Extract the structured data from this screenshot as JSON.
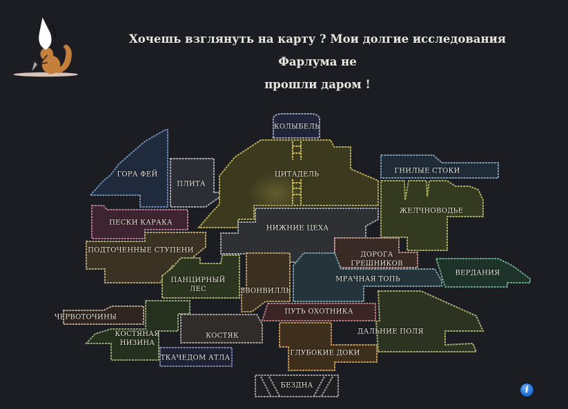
{
  "header": {
    "line1": "Хочешь взглянуть на карту ? Мои долгие исследования Фарлума не",
    "line2": "прошли даром !"
  },
  "colors": {
    "background": "#1b1d23",
    "info_button": "#1f6fd6"
  },
  "map": {
    "regions": [
      {
        "id": "kolybel",
        "label": "КОЛЫБЕЛЬ"
      },
      {
        "id": "gora_fei",
        "label": "ГОРА ФЕЙ"
      },
      {
        "id": "plita",
        "label": "ПЛИТА"
      },
      {
        "id": "citadel",
        "label": "ЦИТАДЕЛЬ"
      },
      {
        "id": "gnilye_stoki",
        "label": "ГНИЛЫЕ СТОКИ"
      },
      {
        "id": "zhelchnovode",
        "label": "ЖЕЛЧНОВОДЬЕ"
      },
      {
        "id": "peski_karaka",
        "label": "ПЕСКИ КАРАКА"
      },
      {
        "id": "nizhnie_cekha",
        "label": "НИЖНИЕ ЦЕХА"
      },
      {
        "id": "podtochennye_stupeni",
        "label": "ПОДТОЧЕННЫЕ СТУПЕНИ"
      },
      {
        "id": "doroga_greshnikov",
        "label_line1": "ДОРОГА",
        "label_line2": "ГРЕШНИКОВ"
      },
      {
        "id": "vardaniya",
        "label": "ВЕРДАНИЯ"
      },
      {
        "id": "pancirny_les",
        "label_line1": "ПАНЦИРНЫЙ",
        "label_line2": "ЛЕС"
      },
      {
        "id": "zvonvill",
        "label": "ЗВОНВИЛЛЬ"
      },
      {
        "id": "mrachnaya_top",
        "label": "МРАЧНАЯ ТОПЬ"
      },
      {
        "id": "chervotochiny",
        "label": "ЧЕРВОТОЧИНЫ"
      },
      {
        "id": "put_okhotnika",
        "label": "ПУТЬ ОХОТНИКА"
      },
      {
        "id": "kostyanaya_nizina",
        "label_line1": "КОСТЯНАЯ",
        "label_line2": "НИЗИНА"
      },
      {
        "id": "kostyak",
        "label": "КОСТЯК"
      },
      {
        "id": "dalnie_polya",
        "label": "ДАЛЬНИЕ ПОЛЯ"
      },
      {
        "id": "tkachedom_atla",
        "label": "ТКАЧЕДОМ АТЛА"
      },
      {
        "id": "glubokie_doki",
        "label": "ГЛУБОКИЕ ДОКИ"
      },
      {
        "id": "bezdna",
        "label": "БЕЗДНА"
      }
    ]
  },
  "info_button": {
    "glyph": "i"
  }
}
